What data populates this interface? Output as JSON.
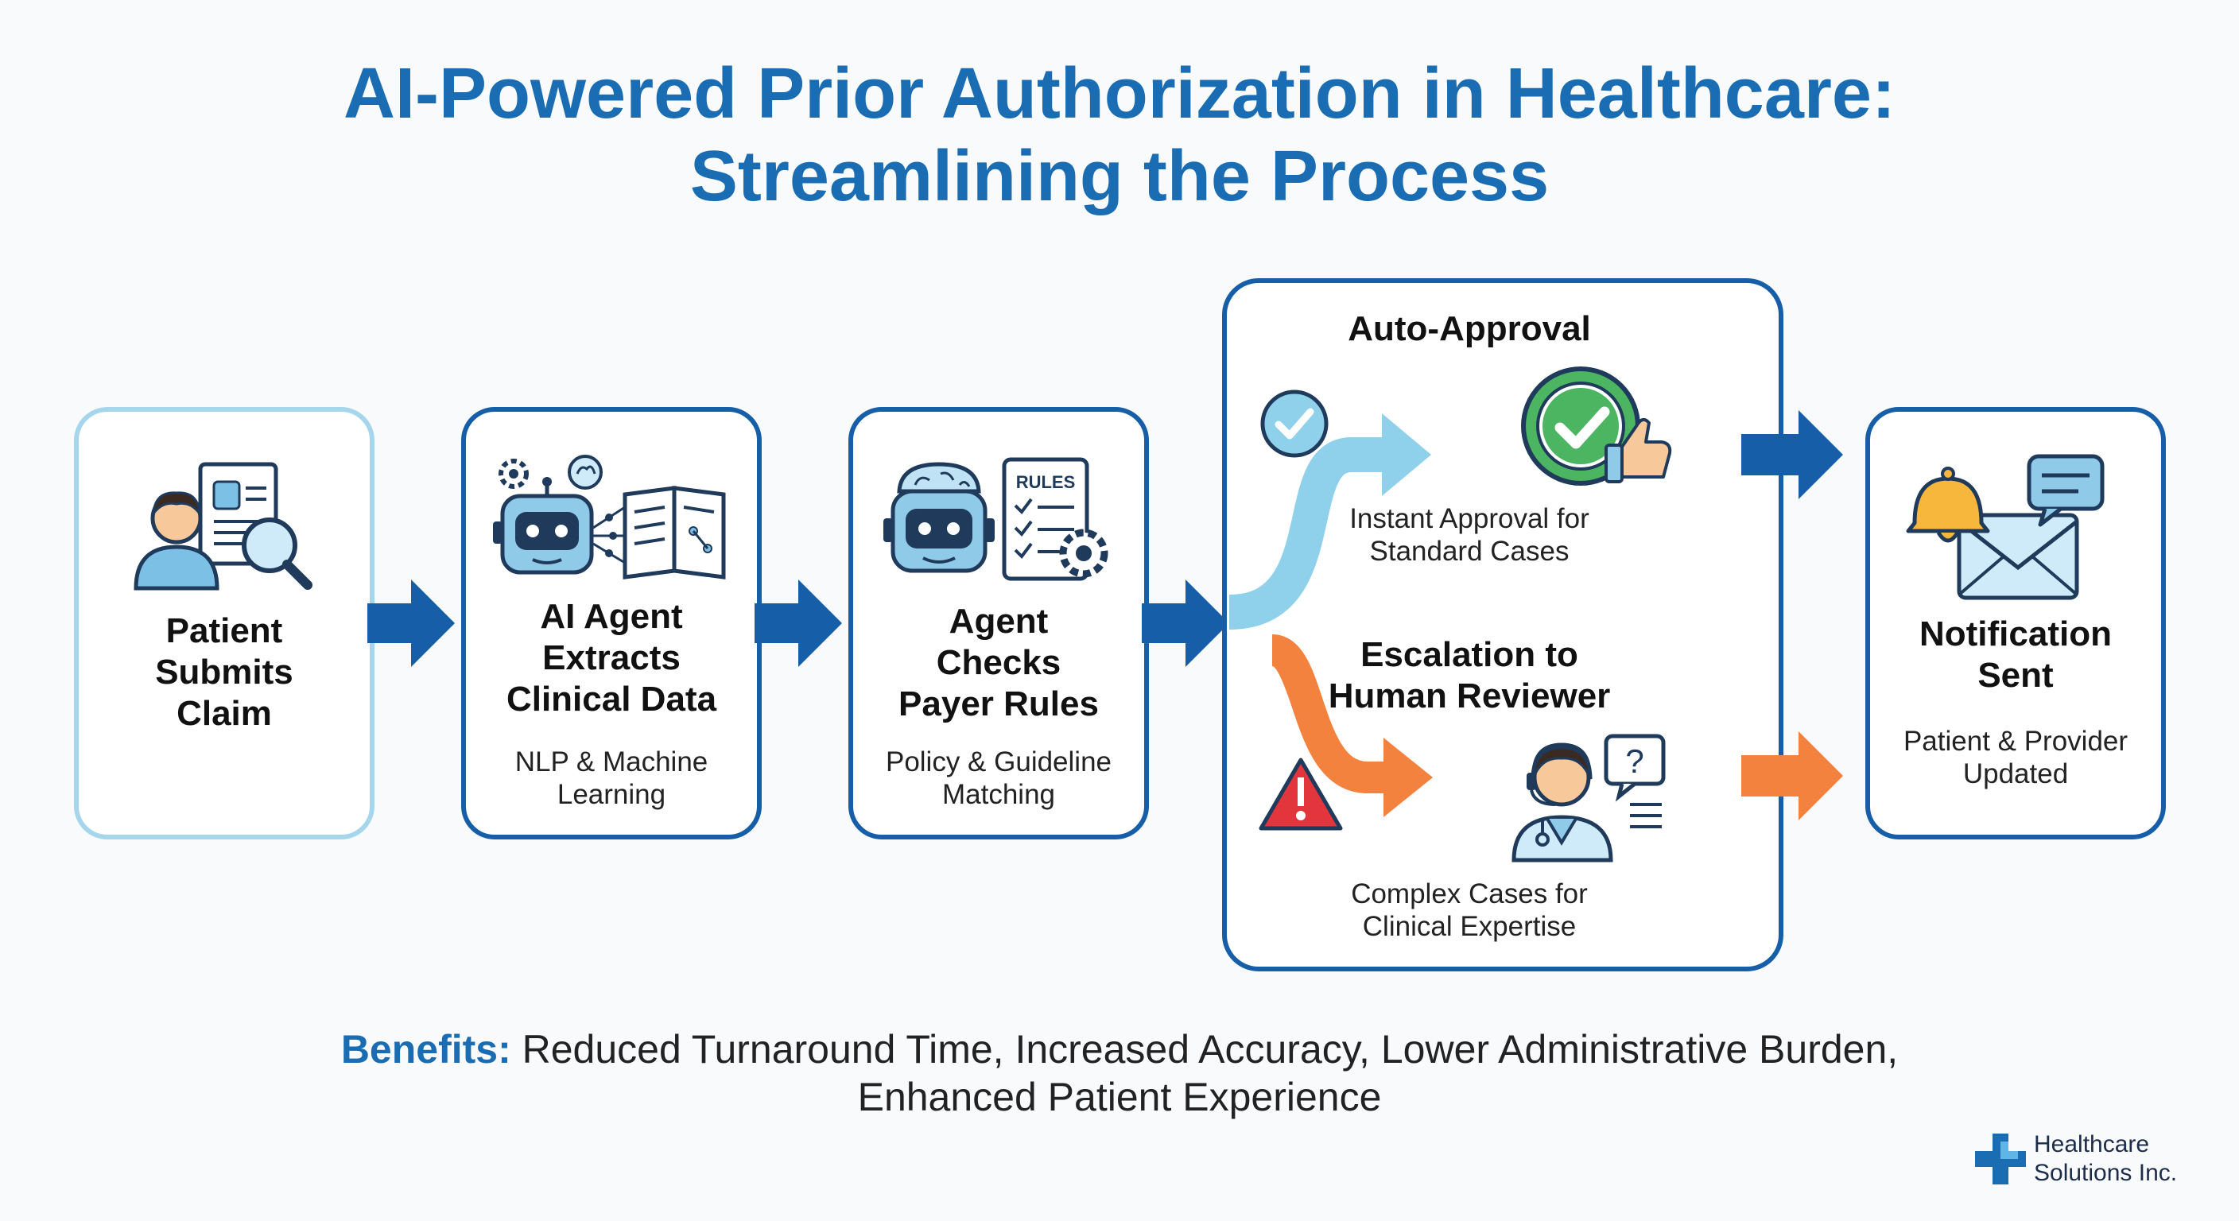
{
  "title": {
    "line1": "AI-Powered Prior Authorization in Healthcare:",
    "line2": "Streamlining the Process"
  },
  "steps": [
    {
      "name_lines": [
        "Patient",
        "Submits",
        "Claim"
      ],
      "icon": "patient-document-search-icon"
    },
    {
      "name_lines": [
        "AI Agent",
        "Extracts",
        "Clinical Data"
      ],
      "sub_lines": [
        "NLP & Machine",
        "Learning"
      ],
      "icon": "robot-book-icon"
    },
    {
      "name_lines": [
        "Agent",
        "Checks",
        "Payer Rules"
      ],
      "sub_lines": [
        "Policy & Guideline",
        "Matching"
      ],
      "icon": "robot-rules-icon",
      "rules_label": "RULES"
    }
  ],
  "outcomes": {
    "approval": {
      "name": "Auto-Approval",
      "sub_lines": [
        "Instant Approval for",
        "Standard Cases"
      ],
      "icon": "check-thumbs-up-icon",
      "color": "#7dc8e4"
    },
    "escalation": {
      "name_lines": [
        "Escalation to",
        "Human Reviewer"
      ],
      "sub_lines": [
        "Complex Cases for",
        "Clinical Expertise"
      ],
      "icon": "doctor-headset-icon",
      "color": "#f3823f"
    }
  },
  "notification": {
    "name_lines": [
      "Notification",
      "Sent"
    ],
    "sub_lines": [
      "Patient & Provider",
      "Updated"
    ],
    "icon": "bell-envelope-chat-icon"
  },
  "benefits": {
    "label": "Benefits:",
    "line1_rest": "Reduced Turnaround Time, Increased Accuracy, Lower Administrative Burden,",
    "line2": "Enhanced Patient Experience"
  },
  "company": {
    "line1": "Healthcare",
    "line2": "Solutions Inc.",
    "icon": "medical-cross-logo-icon"
  },
  "colors": {
    "brand_blue": "#165fa8",
    "title_blue": "#1a6db3",
    "light_blue": "#a6d6ec",
    "orange": "#f3823f",
    "green": "#4bb562"
  }
}
